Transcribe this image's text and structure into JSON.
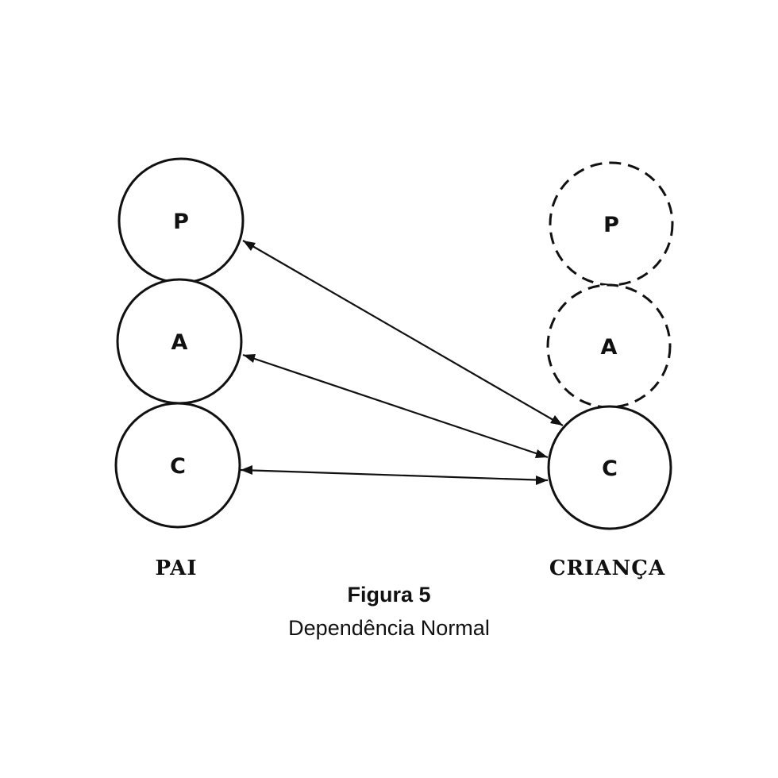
{
  "parent": {
    "label": "PAI",
    "states": [
      {
        "letter": "P",
        "style": "solid"
      },
      {
        "letter": "A",
        "style": "solid"
      },
      {
        "letter": "C",
        "style": "solid"
      }
    ]
  },
  "child": {
    "label": "CRIANÇA",
    "states": [
      {
        "letter": "P",
        "style": "dashed"
      },
      {
        "letter": "A",
        "style": "dashed"
      },
      {
        "letter": "C",
        "style": "solid"
      }
    ]
  },
  "arrows": [
    {
      "from": "child.C",
      "to": "parent.P",
      "direction": "both"
    },
    {
      "from": "child.C",
      "to": "parent.A",
      "direction": "both"
    },
    {
      "from": "child.C",
      "to": "parent.C",
      "direction": "both"
    }
  ],
  "caption": {
    "title": "Figura 5",
    "subtitle": "Dependência Normal"
  },
  "colors": {
    "line": "#111111",
    "background": "#ffffff"
  }
}
